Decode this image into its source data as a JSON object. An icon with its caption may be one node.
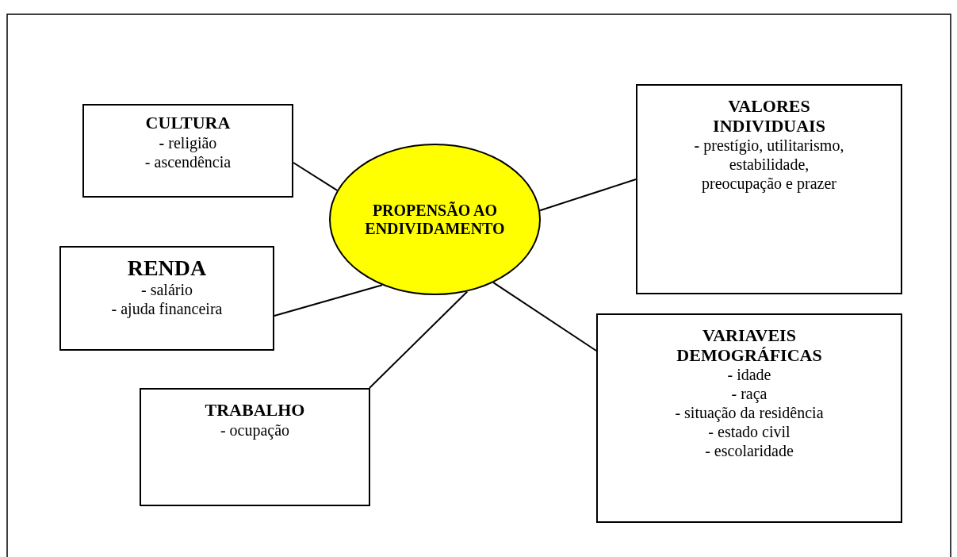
{
  "diagram": {
    "nodes": [
      {
        "text": [
          "CULTURA",
          "**-** religião",
          "- ascendência"
        ]
      },
      {
        "text": [
          "VALORES INDIVIDUAIS",
          "**-** prestígio, utilitarismo, estabilidade, preocupação e prazer"
        ]
      },
      {
        "text": [
          "PROPENSÃO AO ENDIVIDAMENTO"
        ]
      },
      {
        "text": [
          "RENDA",
          "- salário",
          "- ajuda financeira"
        ]
      },
      {
        "text": [
          "VARIAVEIS DEMOGRÁFICAS",
          "- idade",
          "- raça",
          "- situação da residência",
          "- estado civil",
          "- escolaridade"
        ]
      },
      {
        "text": [
          "TRABALHO",
          "- ocupação"
        ]
      }
    ],
    "edges": [
      {
        "from": 2,
        "to": 0,
        "arrow": "none"
      },
      {
        "from": 2,
        "to": 1,
        "arrow": "none"
      },
      {
        "from": 2,
        "to": 3,
        "arrow": "none"
      },
      {
        "from": 2,
        "to": 4,
        "arrow": "none"
      },
      {
        "from": 2,
        "to": 5,
        "arrow": "none"
      }
    ]
  }
}
